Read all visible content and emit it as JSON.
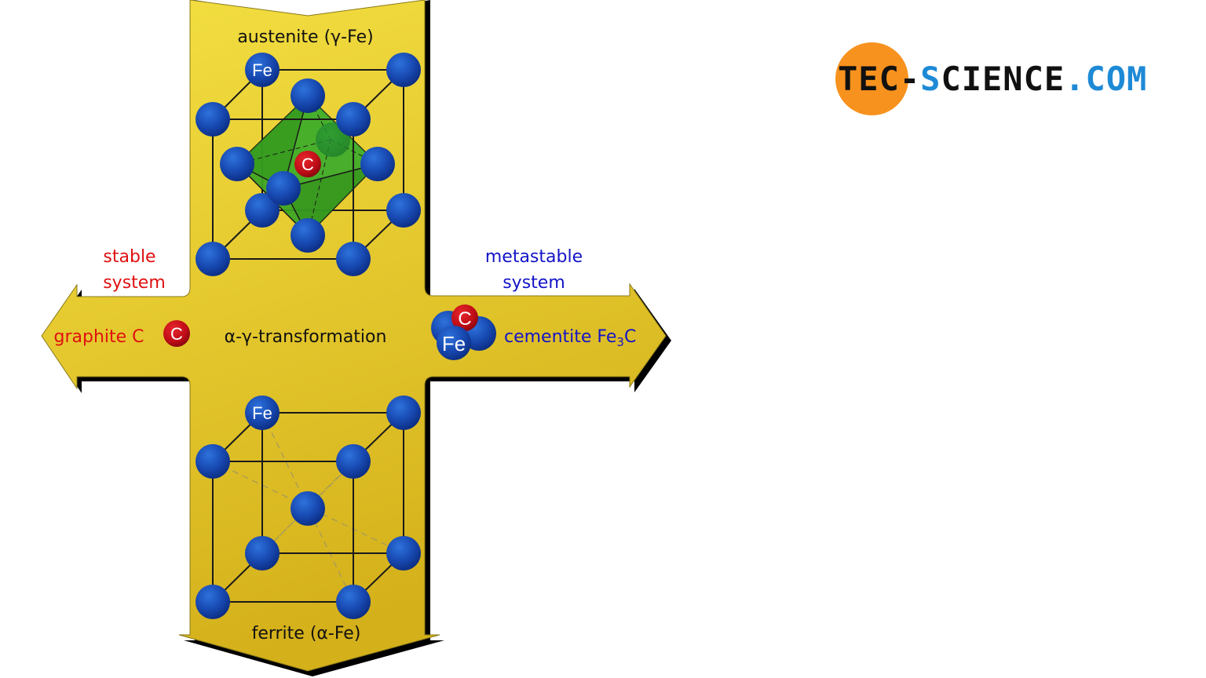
{
  "diagram": {
    "title_top": "austenite (γ-Fe)",
    "title_bottom": "ferrite (α-Fe)",
    "center_label": "α-γ-transformation",
    "left": {
      "system_line1": "stable",
      "system_line2": "system",
      "product": "graphite C",
      "atom": "C"
    },
    "right": {
      "system_line1": "metastable",
      "system_line2": "system",
      "product_prefix": "cementite Fe",
      "product_subscript": "3",
      "product_suffix": "C",
      "atom_c": "C",
      "atom_fe": "Fe"
    },
    "austenite": {
      "fe_label": "Fe",
      "c_label": "C",
      "structure": "fcc with octahedral interstitial"
    },
    "ferrite": {
      "fe_label": "Fe",
      "structure": "bcc"
    },
    "colors": {
      "arrow_top": "#f3de3e",
      "arrow_bottom": "#d6b21a",
      "iron_atom": "#1747b0",
      "carbon_atom": "#c0101a",
      "octahedron": "#3aa524",
      "stable_text": "#e01010",
      "metastable_text": "#1414c8"
    }
  },
  "logo": {
    "part1": "TEC-",
    "part2": "S",
    "part3": "CIENCE",
    "part4": ".COM"
  }
}
